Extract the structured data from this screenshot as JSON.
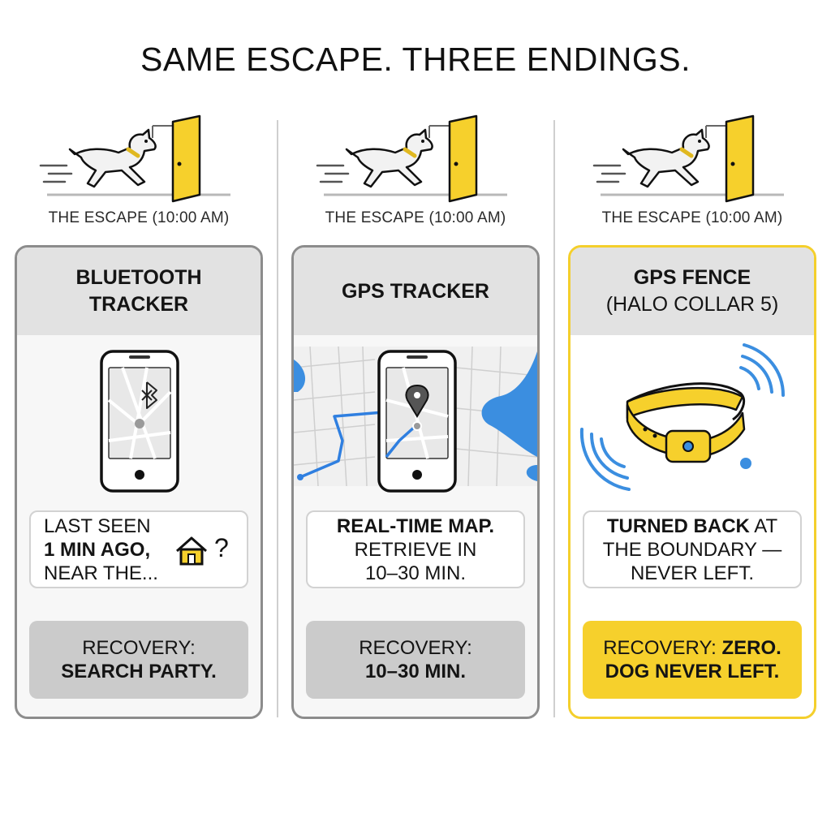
{
  "title": "SAME ESCAPE. THREE ENDINGS.",
  "colors": {
    "accent": "#f6d02c",
    "water": "#3b8ee0",
    "route": "#2f7fe0"
  },
  "columns": [
    {
      "escape_caption": "THE ESCAPE (10:00 AM)",
      "heading_line1": "BLUETOOTH",
      "heading_line2": "TRACKER",
      "illustration": "phone-bluetooth-icon",
      "message_line1": "LAST SEEN",
      "message_line2_bold": "1 MIN AGO,",
      "message_line3": "NEAR THE...",
      "message_suffix": "?",
      "recovery_label": "RECOVERY:",
      "recovery_value": "SEARCH PARTY."
    },
    {
      "escape_caption": "THE ESCAPE (10:00 AM)",
      "heading_line1": "GPS TRACKER",
      "illustration": "phone-map-pin-icon",
      "message_line1_bold": "REAL-TIME MAP.",
      "message_line2": "RETRIEVE IN",
      "message_line3": "10–30 MIN.",
      "recovery_label": "RECOVERY:",
      "recovery_value": "10–30 MIN."
    },
    {
      "escape_caption": "THE ESCAPE (10:00 AM)",
      "heading_line1": "GPS FENCE",
      "heading_line2": "(HALO COLLAR 5)",
      "illustration": "collar-signal-icon",
      "message_line1_bold": "TURNED BACK",
      "message_line1_rest": " AT",
      "message_line2": "THE BOUNDARY —",
      "message_line3": "NEVER LEFT.",
      "recovery_label": "RECOVERY: ",
      "recovery_value_1": "ZERO.",
      "recovery_value_2": "DOG NEVER LEFT."
    }
  ]
}
